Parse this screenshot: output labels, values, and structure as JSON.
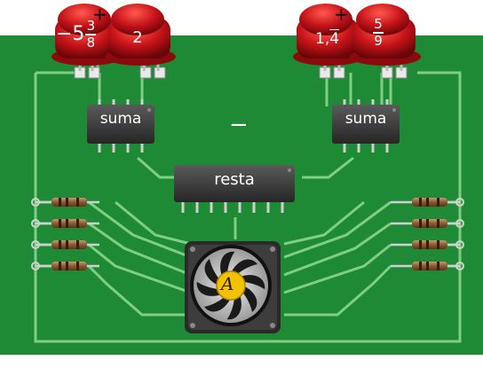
{
  "leds": [
    {
      "whole": "−5",
      "numerator": "3",
      "denominator": "8"
    },
    {
      "text": "2"
    },
    {
      "decimal": "1,",
      "repeating": "4"
    },
    {
      "numerator": "5",
      "denominator": "9"
    }
  ],
  "plus_signs": [
    "+",
    "+"
  ],
  "chips": {
    "left": "suma",
    "right": "suma",
    "center": "resta"
  },
  "operator": "−",
  "fan_label": "A",
  "colors": {
    "board": "#1f8a35",
    "trace": "#7fcf83",
    "led": "#c0161a",
    "chip": "#3a3a3a"
  }
}
